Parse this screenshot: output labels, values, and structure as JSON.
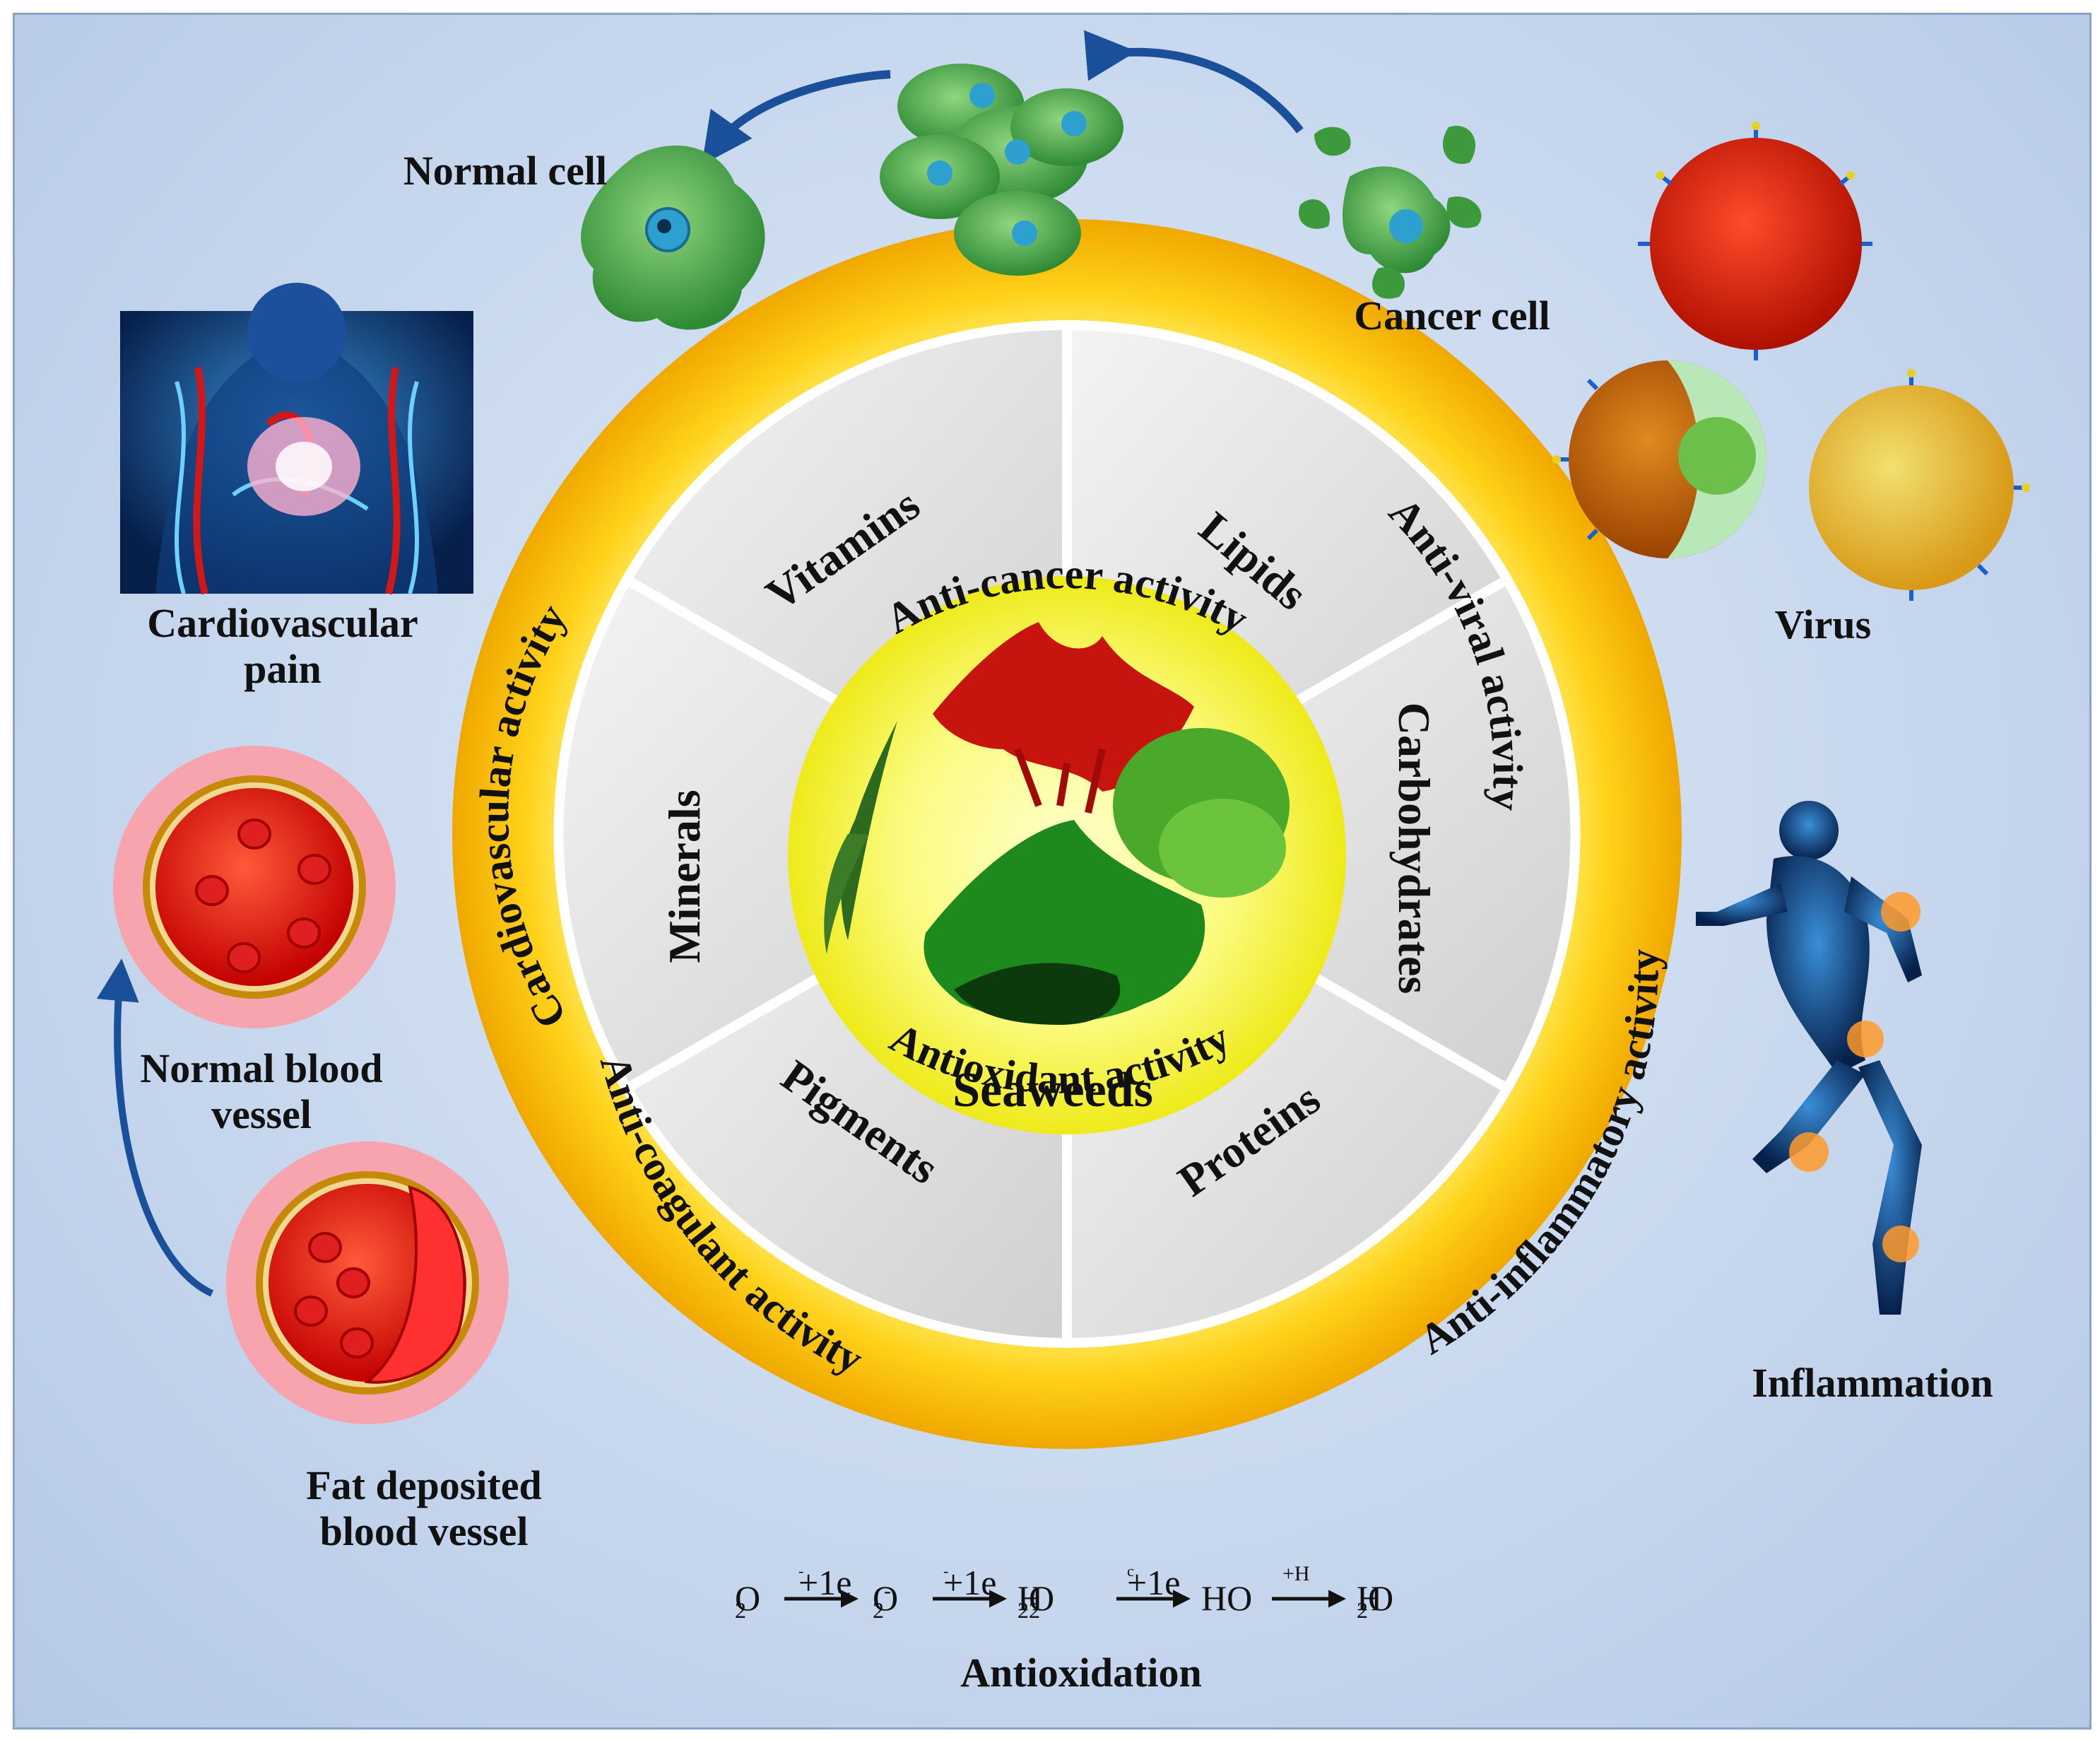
{
  "colors": {
    "ring": "#f6b800",
    "ring_light": "#ffe25a",
    "wedge": "#d9d9d9",
    "center": "#f4f21a",
    "blood": "#e01010",
    "cell": "#4caa48",
    "background": "#c8d8ee"
  },
  "icons": [
    "heart-body-icon",
    "normal-cell-icon",
    "cancer-cell-icon",
    "cell-cluster-icon",
    "virus-icon",
    "running-body-icon",
    "normal-blood-vessel-icon",
    "fat-blood-vessel-icon",
    "seaweed-icon"
  ],
  "center_label": "Seaweeds",
  "wedges": [
    "Lipids",
    "Carbohydrates",
    "Proteins",
    "Pigments",
    "Minerals",
    "Vitamins"
  ],
  "ring_labels": {
    "top": "Anti-cancer activity",
    "right_upper": "Anti-viral activity",
    "right_lower": "Anti-inflammatory activity",
    "bottom": "Antioxidant activity",
    "left_lower": "Anti-coagulant activity",
    "left_upper": "Cardiovascular activity"
  },
  "outer_labels": {
    "normal_cell": "Normal cell",
    "cancer_cell": "Cancer cell",
    "virus": "Virus",
    "inflammation": "Inflammation",
    "cardio_line1": "Cardiovascular",
    "cardio_line2": "pain",
    "normal_vessel_line1": "Normal blood",
    "normal_vessel_line2": "vessel",
    "fat_vessel_line1": "Fat deposited",
    "fat_vessel_line2": "blood vessel",
    "antioxidation": "Antioxidation"
  },
  "equation": {
    "s1": "O",
    "s1sub": "2",
    "a1": "+1e",
    "a1sup": "-",
    "s2": "O",
    "s2sub": "2",
    "s2sup": "-",
    "a2": "+1e",
    "a2sup": "-",
    "s3a": "H",
    "s3sub1": "2",
    "s3b": "O",
    "s3sub2": "2",
    "a3": "+1e",
    "a3sup": "c",
    "s4": "HO",
    "a4": "+H",
    "s5a": "H",
    "s5sub": "2",
    "s5b": "O"
  }
}
